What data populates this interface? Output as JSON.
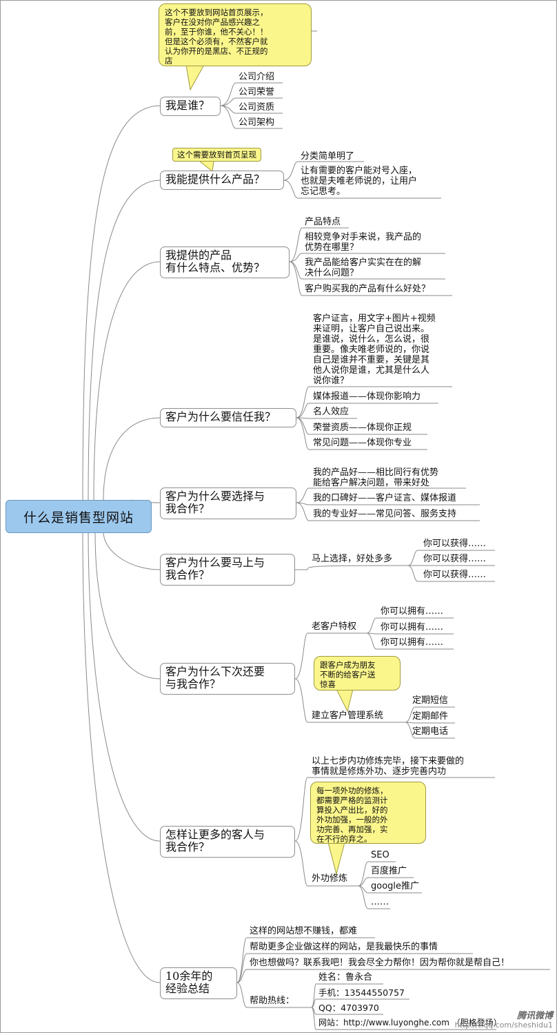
{
  "root": "什么是销售型网站",
  "callouts": {
    "who": "这个不要放到网站首页展示，\n客户在没对你产品感兴趣之\n前，至于你谁，他不关心！！\n但是这个必须有，不然客户就\n认为你开的是黑店、不正规的\n店",
    "product_tag": "这个需要放到首页呈现",
    "friends": "跟客户成为朋友\n不断的给客户送\n惊喜",
    "external": "每一项外功的修炼，\n都需要严格的监测计\n算投入产出比，好的\n外功加强，一般的外\n功完善、再加强，实\n在不行的弃之。"
  },
  "branches": {
    "b1": "我是谁？",
    "b2": "我能提供什么产品？",
    "b3": "我提供的产品\n有什么特点、优势？",
    "b4": "客户为什么要信任我？",
    "b5": "客户为什么要选择与\n我合作？",
    "b6": "客户为什么要马上与\n我合作？",
    "b7": "客户为什么下次还要\n与我合作？",
    "b8": "怎样让更多的客人与\n我合作？",
    "b9": "10余年的\n经验总结"
  },
  "leaves": {
    "b1": [
      "公司介绍",
      "公司荣誉",
      "公司资质",
      "公司架构"
    ],
    "b2": [
      "分类简单明了",
      "让有需要的客户能对号入座，\n也就是夫唯老师说的，让用户\n忘记思考。"
    ],
    "b3": [
      "产品特点",
      "相较竞争对手来说，我产品的\n优势在哪里？",
      "我产品能给客户实实在在的解\n决什么问题？",
      "客户购买我的产品有什么好处？"
    ],
    "b4": [
      "客户证言，用文字+图片+视频\n来证明，让客户自己说出来。\n是谁说，说什么，怎么说，很\n重要。像夫唯老师说的，你说\n自己是谁并不重要，关键是其\n他人说你是谁，尤其是什么人\n说你谁？",
      "媒体报道——体现你影响力",
      "名人效应",
      "荣誉资质——体现你正规",
      "常见问题——体现你专业"
    ],
    "b5": [
      "我的产品好——相比同行有优势\n能给客户解决问题，带来好处",
      "我的口碑好——客户证言、媒体报道",
      "我的专业好——常见问答、服务支持"
    ],
    "b6": [
      "马上选择，好处多多"
    ],
    "b6_sub": [
      "你可以获得……",
      "你可以获得……",
      "你可以获得……"
    ],
    "b7": [
      "老客户特权",
      "建立客户管理系统"
    ],
    "b7_sub1": [
      "你可以拥有……",
      "你可以拥有……",
      "你可以拥有……"
    ],
    "b7_sub2": [
      "定期短信",
      "定期邮件",
      "定期电话"
    ],
    "b8": [
      "以上七步内功修炼完毕，接下来要做的\n事情就是修炼外功、逐步完善内功",
      "外功修炼"
    ],
    "b8_sub": [
      "SEO",
      "百度推广",
      "google推广",
      "……"
    ],
    "b9": [
      "这样的网站想不赚钱，都难",
      "帮助更多企业做这样的网站，是我最快乐的事情",
      "你也想做吗？联系我吧！我会尽全力帮你！因为帮你就是帮自己！",
      "帮助热线："
    ],
    "b9_sub": [
      "姓名：鲁永合",
      "手机：13544550757",
      "QQ：4703970",
      "网站：http://www.luyonghe.com  （胆格登场）"
    ]
  },
  "watermark": {
    "brand": "腾讯微博",
    "url": "http://t.qq.com/sheshidu1"
  }
}
